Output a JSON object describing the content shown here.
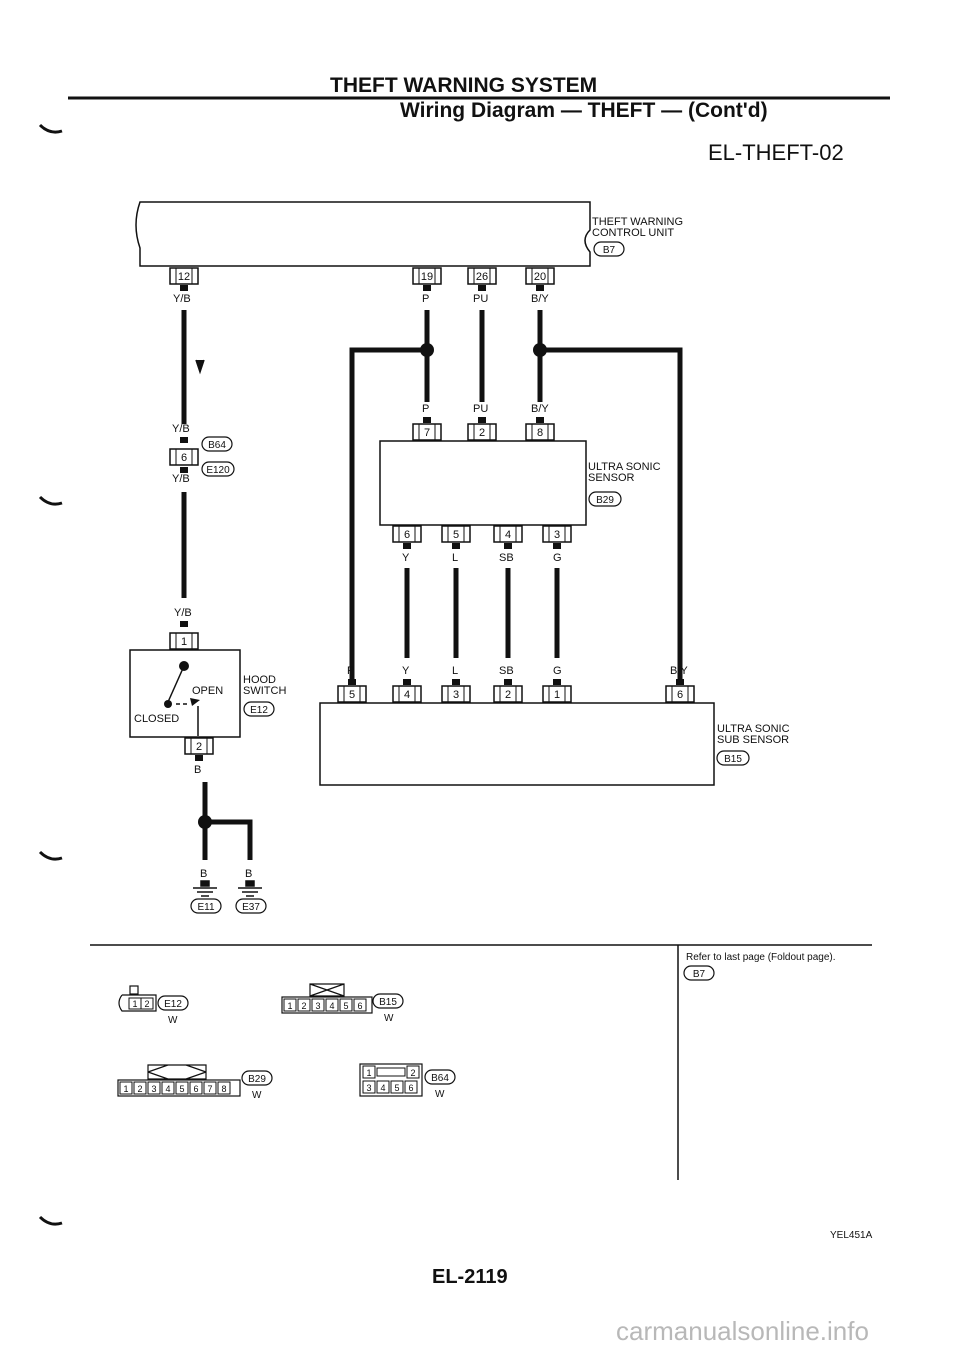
{
  "header": {
    "system_title": "THEFT WARNING SYSTEM",
    "subtitle": "Wiring Diagram — THEFT — (Cont'd)",
    "diagram_code": "EL-THEFT-02"
  },
  "components": {
    "control_unit": {
      "name_line1": "THEFT WARNING",
      "name_line2": "CONTROL UNIT",
      "connector": "B7"
    },
    "ultrasonic_sensor": {
      "name_line1": "ULTRA SONIC",
      "name_line2": "SENSOR",
      "connector": "B29"
    },
    "sub_sensor": {
      "name_line1": "ULTRA SONIC",
      "name_line2": "SUB SENSOR",
      "connector": "B15"
    },
    "hood_switch": {
      "name_line1": "HOOD",
      "name_line2": "SWITCH",
      "connector": "E12",
      "open_label": "OPEN",
      "closed_label": "CLOSED"
    },
    "inline_connectors": [
      "B64",
      "E120"
    ],
    "grounds": [
      "E11",
      "E37"
    ]
  },
  "pins": {
    "cu_12": "12",
    "cu_19": "19",
    "cu_26": "26",
    "cu_20": "20",
    "us_7": "7",
    "us_2": "2",
    "us_8": "8",
    "us_6": "6",
    "us_5": "5",
    "us_4": "4",
    "us_3": "3",
    "inline_6": "6",
    "hs_1": "1",
    "hs_2": "2",
    "sub_5": "5",
    "sub_4": "4",
    "sub_3": "3",
    "sub_2": "2",
    "sub_1": "1",
    "sub_6": "6"
  },
  "wire_colors": {
    "yb": "Y/B",
    "p": "P",
    "pu": "PU",
    "by": "B/Y",
    "y": "Y",
    "l": "L",
    "sb": "SB",
    "g": "G",
    "b": "B"
  },
  "legend": {
    "note": "Refer to last page (Foldout page).",
    "note_connector": "B7",
    "conn_e12": {
      "id": "E12",
      "pins": [
        "1",
        "2"
      ],
      "color": "W"
    },
    "conn_b15": {
      "id": "B15",
      "pins": [
        "1",
        "2",
        "3",
        "4",
        "5",
        "6"
      ],
      "color": "W"
    },
    "conn_b29": {
      "id": "B29",
      "pins": [
        "1",
        "2",
        "3",
        "4",
        "5",
        "6",
        "7",
        "8"
      ],
      "color": "W"
    },
    "conn_b64": {
      "id": "B64",
      "top_pins": [
        "1",
        "2"
      ],
      "bottom_pins": [
        "3",
        "4",
        "5",
        "6"
      ],
      "color": "W"
    }
  },
  "footer": {
    "ref_code": "YEL451A",
    "page_number": "EL-2119"
  },
  "watermark": "carmanualsonline.info"
}
